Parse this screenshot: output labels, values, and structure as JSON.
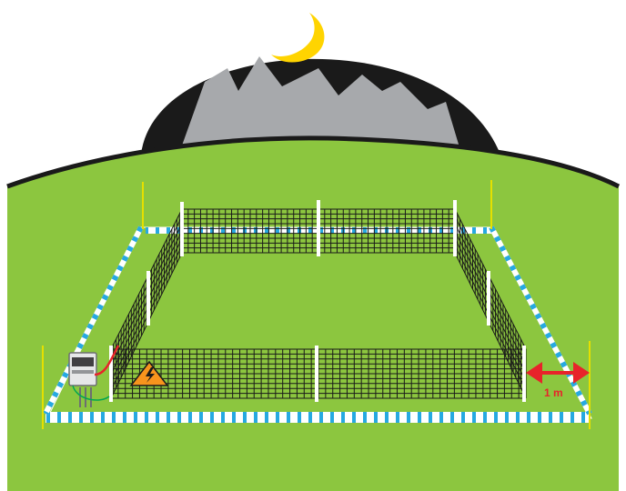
{
  "diagram": {
    "distance_label": "1 m",
    "elements": {
      "night_sky": "night-sky-dome",
      "moon": "crescent-moon-icon",
      "mountains": "mountain-range",
      "inner_fence": "electric-net-fence",
      "outer_fence": "electric-tape-fence",
      "energizer": "fence-energizer",
      "warning_sign": "electric-warning-sign-icon",
      "distance_arrow": "double-headed-arrow-icon"
    },
    "colors": {
      "grass": "#8cc63f",
      "sky": "#1a1a1a",
      "mountain": "#a7a9ac",
      "moon": "#ffd400",
      "tape_blue": "#27a9e1",
      "tape_white": "#ffffff",
      "net": "#1a1a1a",
      "outer_post": "#e5e000",
      "arrow": "#e8232a",
      "warning": "#f7941d"
    }
  }
}
